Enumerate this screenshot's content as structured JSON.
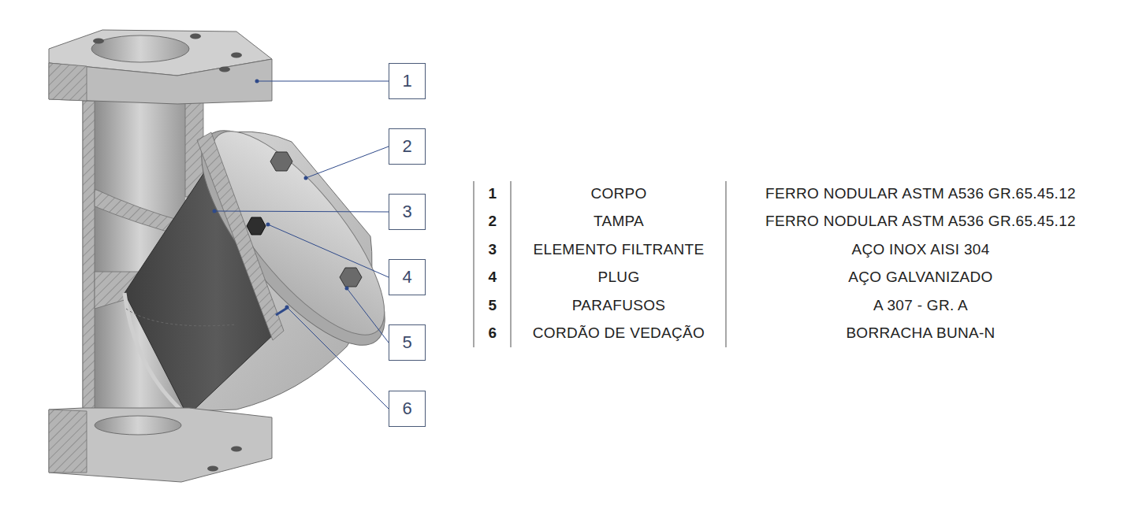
{
  "diagram": {
    "nodes": [
      {
        "text": [
          "1"
        ]
      },
      {
        "text": [
          "2"
        ]
      },
      {
        "text": [
          "3"
        ]
      },
      {
        "text": [
          "4"
        ]
      },
      {
        "text": [
          "5"
        ]
      },
      {
        "text": [
          "6"
        ]
      }
    ],
    "labels": [
      "1",
      "CORPO",
      "FERRO NODULAR ASTM A536 GR.65.45.12",
      "2",
      "TAMPA",
      "FERRO NODULAR ASTM A536 GR.65.45.12",
      "3",
      "ELEMENTO FILTRANTE",
      "AÇO INOX AISI 304",
      "4",
      "PLUG",
      "AÇO GALVANIZADO",
      "5",
      "PARAFUSOS",
      "A 307 - GR. A",
      "6",
      "CORDÃO DE VEDAÇÃO",
      "BORRACHA BUNA-N"
    ]
  }
}
